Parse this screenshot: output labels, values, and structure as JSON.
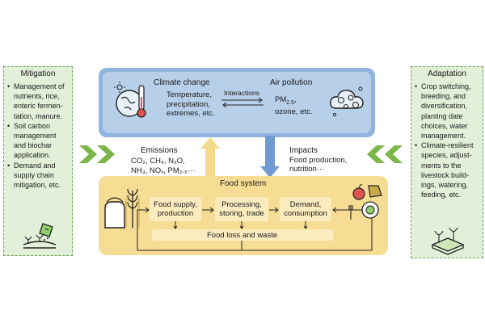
{
  "mitigation": {
    "title": "Mitigation",
    "items": [
      "Management of nutrients, rice, enteric fermen-tation, manure.",
      "Soil carbon management and biochar application.",
      "Demand and supply chain mitigation, etc."
    ]
  },
  "adaptation": {
    "title": "Adaptation",
    "items": [
      "Crop switching, breeding, and diversification, planting date choices, water management.",
      "Climate-resilient species, adjust-ments to the livestock build-ings, watering, feeding, etc."
    ]
  },
  "climate_change": {
    "title": "Climate change",
    "details": "Temperature, precipitation, extremes, etc."
  },
  "interactions_label": "Interactions",
  "air_pollution": {
    "title": "Air pollution",
    "pm": "PM",
    "pm_sub": "2.5",
    "pm_after": ",",
    "rest": "ozone, etc."
  },
  "emissions": {
    "title": "Emissions",
    "line1": "CO₂, CH₄, N₂O,",
    "line2": "NH₃, NOₓ, PM₂.₅···"
  },
  "impacts": {
    "title": "Impacts",
    "line1": "Food production,",
    "line2": "nutrition···"
  },
  "food_system": {
    "title": "Food system",
    "stages": [
      "Food supply, production",
      "Processing, storing, trade",
      "Demand, consumption"
    ],
    "loss": "Food loss and waste"
  },
  "colors": {
    "climate_outer": "#8fb4dd",
    "climate_inner": "#b7cfe9",
    "food_outer": "#f7dc93",
    "food_inner": "#fbecc0",
    "panel_fill": "#e2efd9",
    "panel_border": "#6aa84f",
    "chevron": "#7ab648",
    "arrow_blue": "#6f9bd1",
    "arrow_yellow": "#f5d98a"
  },
  "icons": [
    "globe-thermometer-icon",
    "polluted-cloud-icon",
    "wheat-grain-icon",
    "food-plate-icon",
    "fertilizer-bag-icon",
    "greenhouse-field-icon"
  ]
}
